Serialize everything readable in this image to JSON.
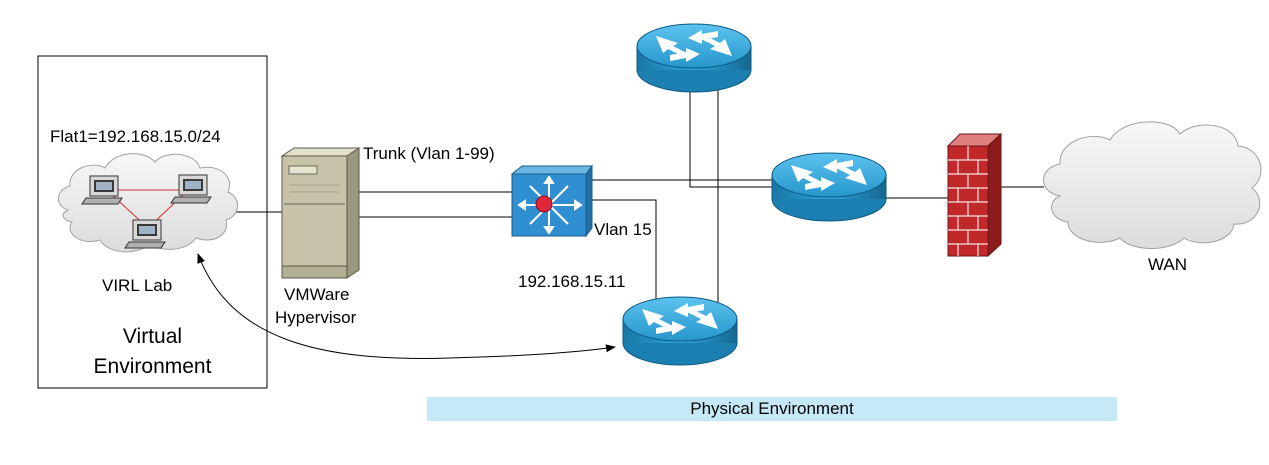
{
  "labels": {
    "flat_network": "Flat1=192.168.15.0/24",
    "virl_lab": "VIRL Lab",
    "virtual_env_line1": "Virtual",
    "virtual_env_line2": "Environment",
    "trunk": "Trunk (Vlan 1-99)",
    "vlan": "Vlan 15",
    "ip_address": "192.168.15.11",
    "hypervisor_line1": "VMWare",
    "hypervisor_line2": "Hypervisor",
    "wan": "WAN",
    "physical_env": "Physical Environment"
  },
  "icons": {
    "server": "server-icon",
    "switch": "multilayer-switch-icon",
    "router": "router-icon",
    "firewall": "firewall-icon",
    "cloud": "cloud-icon",
    "workstation": "workstation-icon"
  },
  "colors": {
    "router_blue": "#1f8fc4",
    "switch_blue": "#2a7fc0",
    "firewall_red": "#c0282a",
    "cloud_gray": "#e9e9e9",
    "server_tan": "#c7c3a8",
    "banner_blue": "#c6e9f7"
  }
}
